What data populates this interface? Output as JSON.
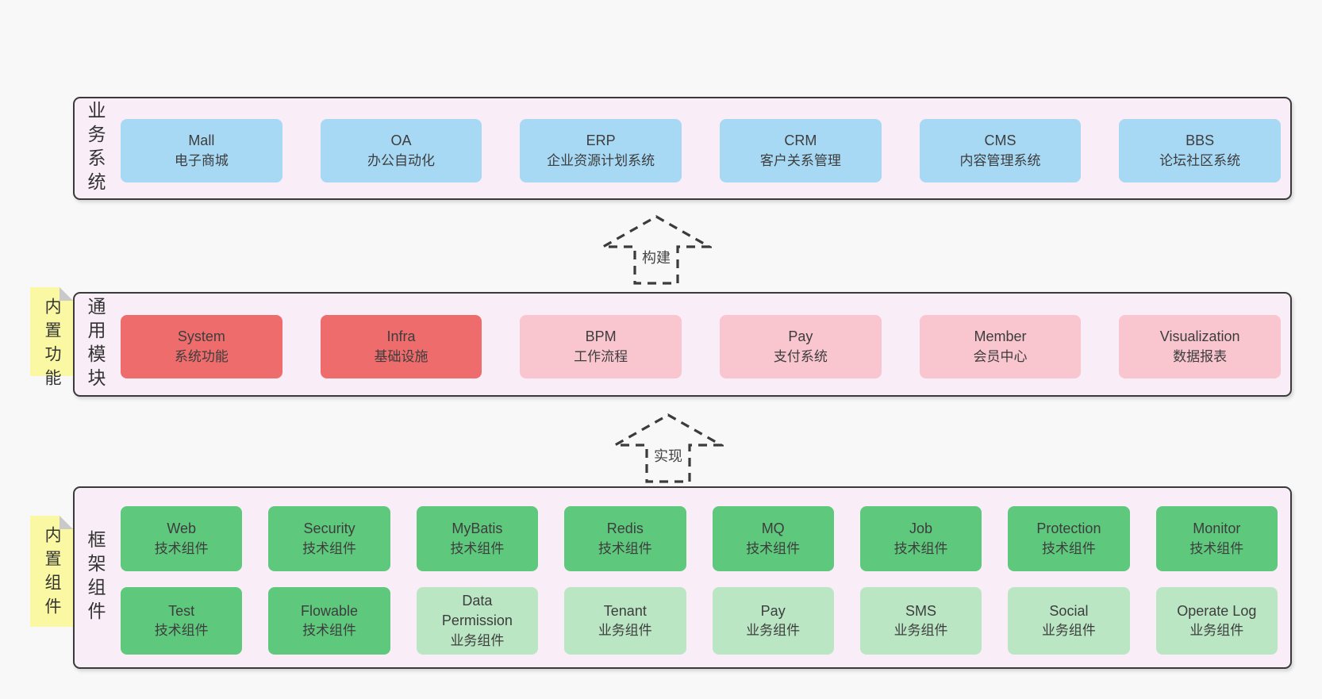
{
  "diagram": {
    "bands": [
      {
        "label": "业务系统",
        "boxes": [
          {
            "en": "Mall",
            "zh": "电子商城"
          },
          {
            "en": "OA",
            "zh": "办公自动化"
          },
          {
            "en": "ERP",
            "zh": "企业资源计划系统"
          },
          {
            "en": "CRM",
            "zh": "客户关系管理"
          },
          {
            "en": "CMS",
            "zh": "内容管理系统"
          },
          {
            "en": "BBS",
            "zh": "论坛社区系统"
          }
        ]
      },
      {
        "label": "通用模块",
        "sticky": "内置功能",
        "boxes": [
          {
            "en": "System",
            "zh": "系统功能"
          },
          {
            "en": "Infra",
            "zh": "基础设施"
          },
          {
            "en": "BPM",
            "zh": "工作流程"
          },
          {
            "en": "Pay",
            "zh": "支付系统"
          },
          {
            "en": "Member",
            "zh": "会员中心"
          },
          {
            "en": "Visualization",
            "zh": "数据报表"
          }
        ]
      },
      {
        "label": "框架组件",
        "sticky": "内置组件",
        "rows": [
          [
            {
              "en": "Web",
              "zh": "技术组件"
            },
            {
              "en": "Security",
              "zh": "技术组件"
            },
            {
              "en": "MyBatis",
              "zh": "技术组件"
            },
            {
              "en": "Redis",
              "zh": "技术组件"
            },
            {
              "en": "MQ",
              "zh": "技术组件"
            },
            {
              "en": "Job",
              "zh": "技术组件"
            },
            {
              "en": "Protection",
              "zh": "技术组件"
            },
            {
              "en": "Monitor",
              "zh": "技术组件"
            }
          ],
          [
            {
              "en": "Test",
              "zh": "技术组件"
            },
            {
              "en": "Flowable",
              "zh": "技术组件"
            },
            {
              "en": "Data Permission",
              "zh": "业务组件"
            },
            {
              "en": "Tenant",
              "zh": "业务组件"
            },
            {
              "en": "Pay",
              "zh": "业务组件"
            },
            {
              "en": "SMS",
              "zh": "业务组件"
            },
            {
              "en": "Social",
              "zh": "业务组件"
            },
            {
              "en": "Operate Log",
              "zh": "业务组件"
            }
          ]
        ]
      }
    ],
    "arrows": [
      {
        "label": "构建"
      },
      {
        "label": "实现"
      }
    ],
    "colors": {
      "page_bg": "#f8f8f8",
      "band_bg": "#f9edf7",
      "band_border": "#3a3a3a",
      "blue_box": "#a8d9f4",
      "red_box": "#ef6c6c",
      "pink_box": "#f9c5cf",
      "green_box": "#5ec87c",
      "light_green_box": "#bae6c4",
      "sticky_note": "#faf8a2",
      "sticky_fold": "#c9c9c9"
    }
  }
}
